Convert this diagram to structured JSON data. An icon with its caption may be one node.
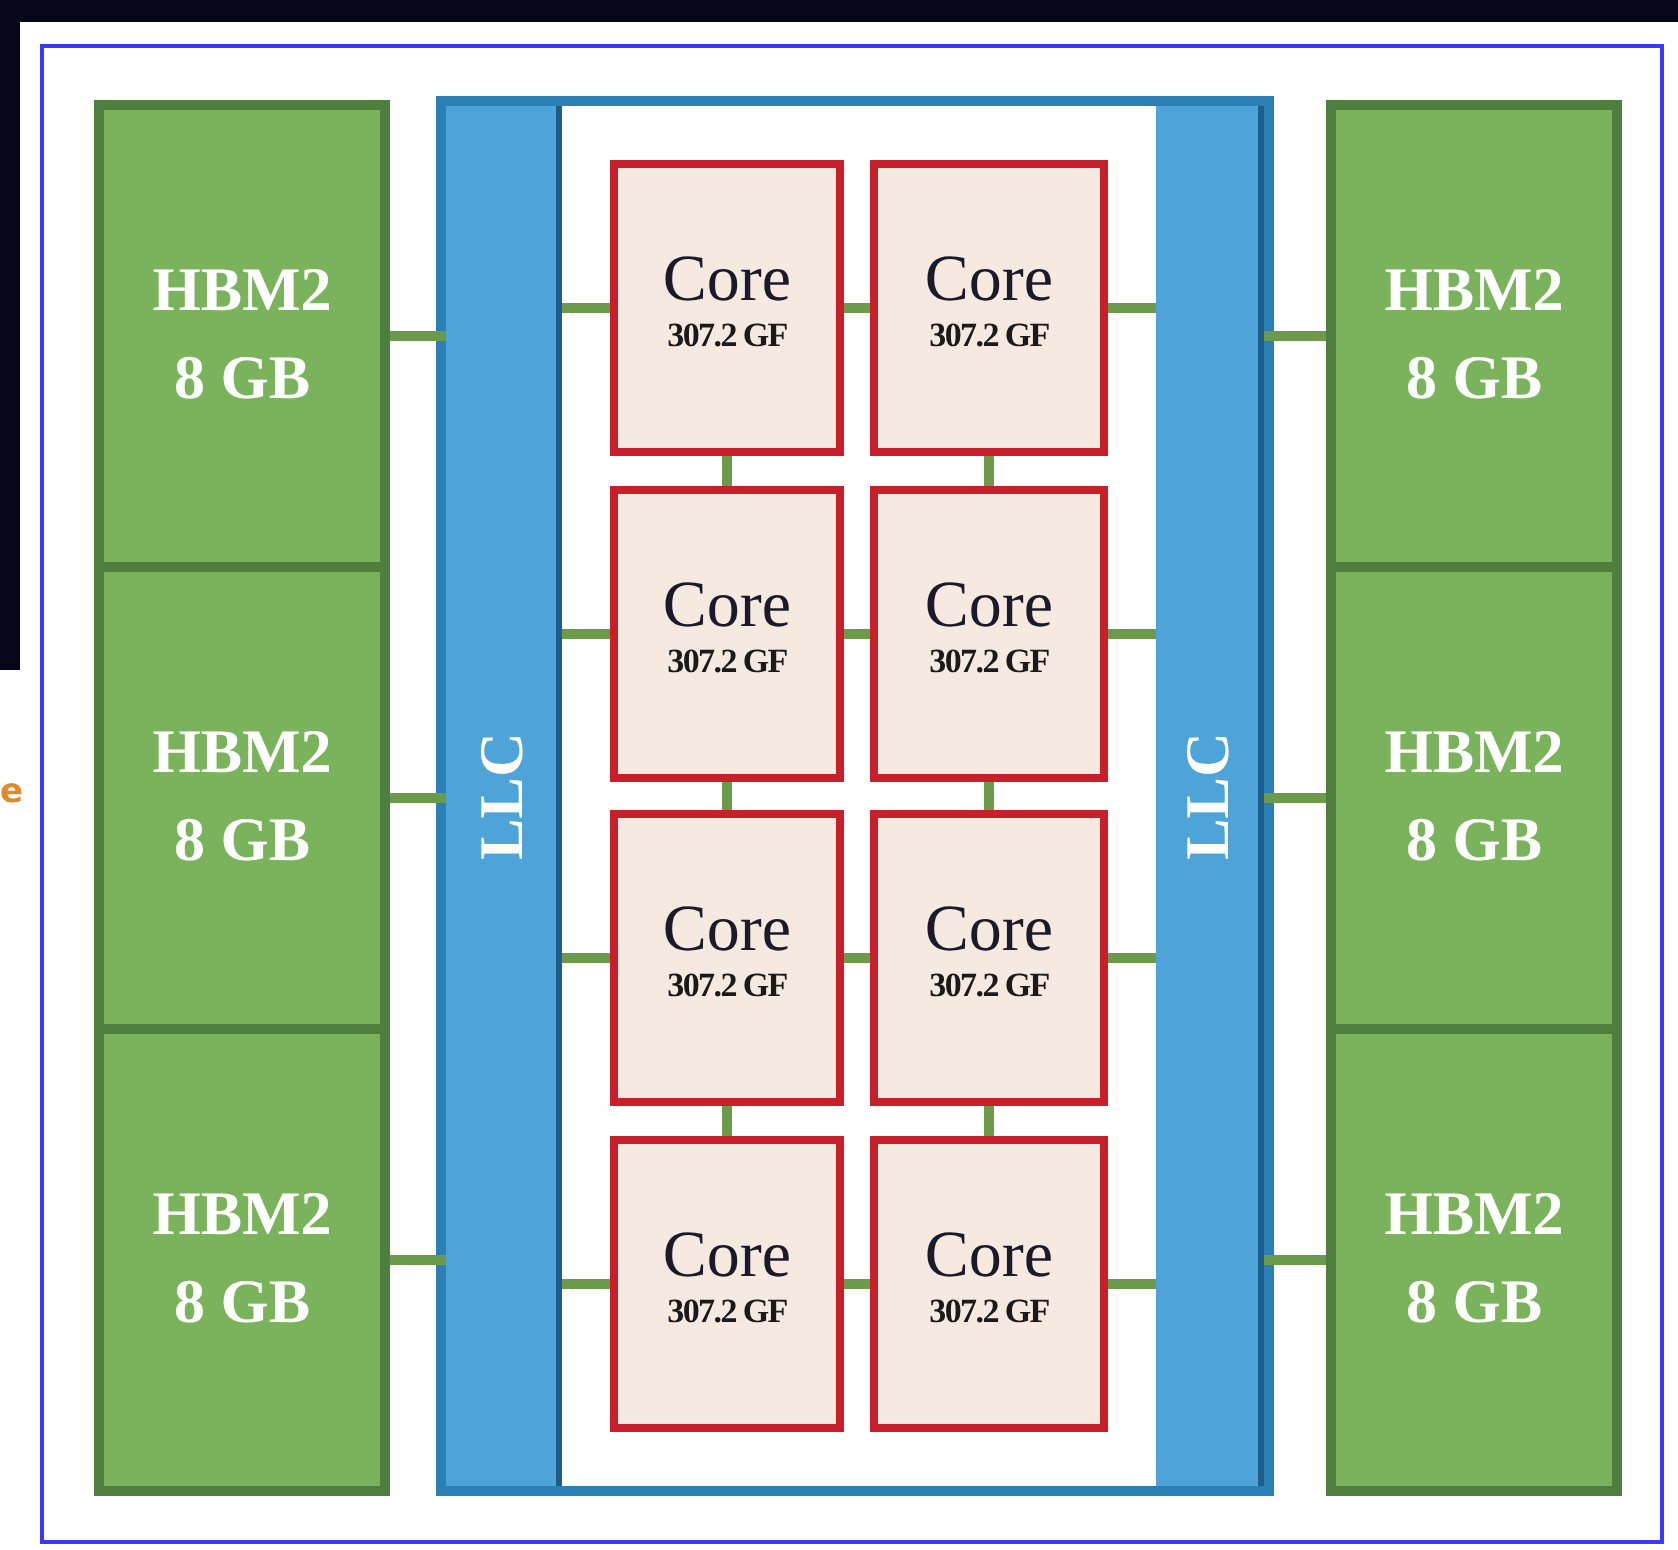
{
  "diagram": {
    "nodes": [
      {
        "text": [
          "HBM2 8 GB"
        ]
      },
      {
        "text": [
          "HBM2 8 GB"
        ]
      },
      {
        "text": [
          "HBM2 8 GB"
        ]
      },
      {
        "text": [],
        "shape": "box"
      },
      {
        "text": [
          "LLC"
        ],
        "in": 3
      },
      {
        "text": [
          "Core",
          "307.2 GF"
        ],
        "in": 3
      },
      {
        "text": [
          "Core",
          "307.2 GF"
        ],
        "in": 3
      },
      {
        "text": [
          "Core",
          "307.2 GF"
        ],
        "in": 3
      },
      {
        "text": [
          "Core",
          "307.2 GF"
        ],
        "in": 3
      },
      {
        "text": [
          "Core",
          "307.2 GF"
        ],
        "in": 3
      },
      {
        "text": [
          "Core",
          "307.2 GF"
        ],
        "in": 3
      },
      {
        "text": [
          "Core",
          "307.2 GF"
        ],
        "in": 3
      },
      {
        "text": [
          "Core",
          "307.2 GF"
        ],
        "in": 3
      },
      {
        "text": [
          "LLC"
        ],
        "in": 3
      },
      {
        "text": [
          "HBM2 8 GB"
        ]
      },
      {
        "text": [
          "HBM2 8 GB"
        ]
      },
      {
        "text": [
          "HBM2 8 GB"
        ]
      }
    ],
    "edges": [
      {
        "from": 0,
        "to": 4,
        "arrow": "none"
      },
      {
        "from": 1,
        "to": 4,
        "arrow": "none"
      },
      {
        "from": 2,
        "to": 4,
        "arrow": "none"
      },
      {
        "from": 4,
        "to": 5,
        "arrow": "none"
      },
      {
        "from": 5,
        "to": 6,
        "arrow": "none"
      },
      {
        "from": 6,
        "to": 13,
        "arrow": "none"
      },
      {
        "from": 4,
        "to": 7,
        "arrow": "none"
      },
      {
        "from": 7,
        "to": 8,
        "arrow": "none"
      },
      {
        "from": 8,
        "to": 13,
        "arrow": "none"
      },
      {
        "from": 4,
        "to": 9,
        "arrow": "none"
      },
      {
        "from": 9,
        "to": 10,
        "arrow": "none"
      },
      {
        "from": 10,
        "to": 13,
        "arrow": "none"
      },
      {
        "from": 4,
        "to": 11,
        "arrow": "none"
      },
      {
        "from": 11,
        "to": 12,
        "arrow": "none"
      },
      {
        "from": 12,
        "to": 13,
        "arrow": "none"
      },
      {
        "from": 5,
        "to": 7,
        "arrow": "none"
      },
      {
        "from": 7,
        "to": 9,
        "arrow": "none"
      },
      {
        "from": 9,
        "to": 11,
        "arrow": "none"
      },
      {
        "from": 6,
        "to": 8,
        "arrow": "none"
      },
      {
        "from": 8,
        "to": 10,
        "arrow": "none"
      },
      {
        "from": 10,
        "to": 12,
        "arrow": "none"
      },
      {
        "from": 13,
        "to": 14,
        "arrow": "none"
      },
      {
        "from": 13,
        "to": 15,
        "arrow": "none"
      },
      {
        "from": 13,
        "to": 16,
        "arrow": "none"
      }
    ],
    "labels": [
      "e"
    ]
  }
}
